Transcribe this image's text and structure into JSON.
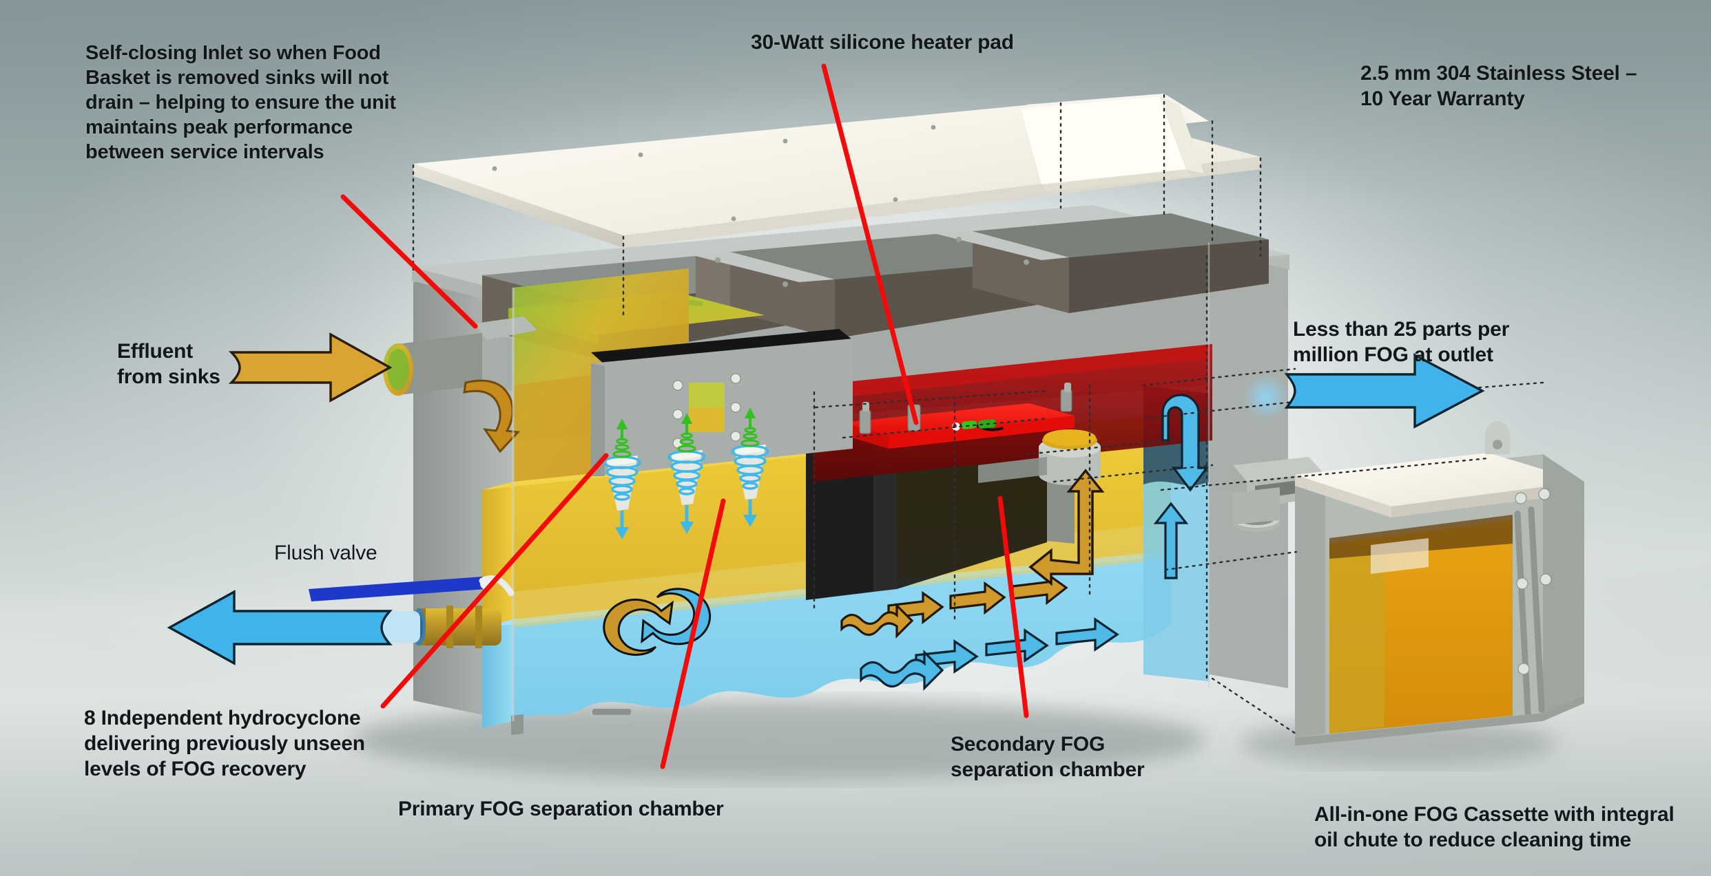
{
  "diagram": {
    "title": "Grease separator cutaway technical diagram",
    "background_color": "#a3b0b0",
    "leader_line_color": "#f50a0a"
  },
  "callouts": {
    "self_closing_inlet": "Self-closing Inlet so when Food\nBasket is removed sinks will not\ndrain – helping to ensure the unit\nmaintains peak performance\nbetween service intervals",
    "heater_pad": "30-Watt silicone heater pad",
    "stainless_warranty": "2.5 mm 304 Stainless Steel –\n10 Year Warranty",
    "effluent_from_sinks": "Effluent\nfrom sinks",
    "less_than_25ppm": "Less than 25 parts per\nmillion FOG at outlet",
    "flush_valve": "Flush valve",
    "hydrocyclone": "8 Independent hydrocyclone\ndelivering previously unseen\nlevels of FOG recovery",
    "primary_chamber": "Primary FOG separation chamber",
    "secondary_chamber": "Secondary FOG\nseparation chamber",
    "fog_cassette": "All-in-one FOG Cassette with integral\noil chute to reduce cleaning time"
  },
  "colors": {
    "leader_red": "#f50a0a",
    "fog_yellow": "#e8c231",
    "water_blue": "#7ed2ef",
    "effluent_gold": "#d9a431",
    "heater_red": "#fb0f09",
    "stainless": "#b9bfbd",
    "lid_white": "#f3f0e8",
    "cyclone_blue": "#3fb8ea",
    "cyclone_green": "#35c021"
  },
  "parts": {
    "lid": "removable stainless lid",
    "food_basket": "food basket with solids",
    "inlet_pipe": "self-closing inlet pipe",
    "flush_valve": "brass flush ball valve",
    "heater_pad": "30-watt red silicone heater pad",
    "fog_cassette": "all-in-one FOG cassette",
    "oil_chute": "integral oil chute",
    "hydrocyclone_count": "8"
  }
}
